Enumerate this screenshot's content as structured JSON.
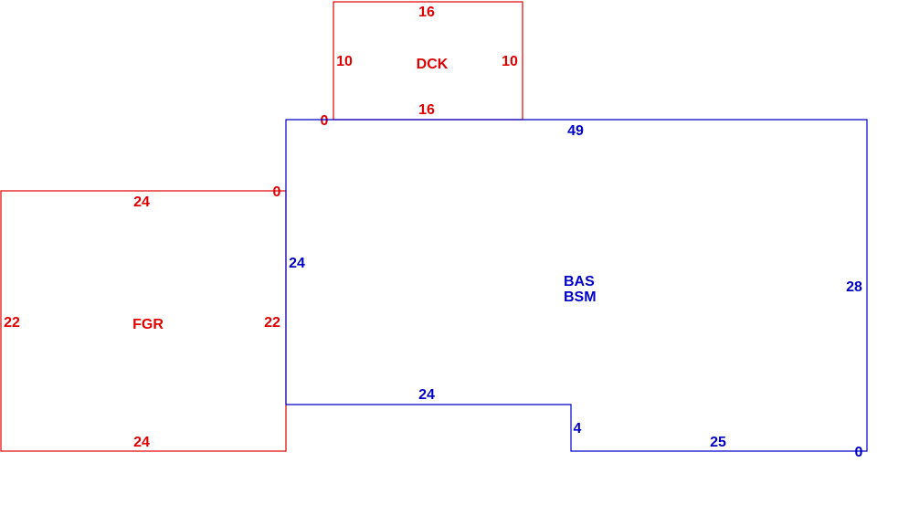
{
  "colors": {
    "dck": "#e00000",
    "fgr": "#e00000",
    "bas": "#0000c8"
  },
  "dck": {
    "code": "DCK",
    "top": "16",
    "bottom": "16",
    "left": "10",
    "right": "10",
    "corner": "0"
  },
  "bas": {
    "code1": "BAS",
    "code2": "BSM",
    "top": "49",
    "left": "24",
    "right": "28",
    "step_top": "24",
    "step_side": "4",
    "bottom": "25",
    "corner": "0"
  },
  "fgr": {
    "code": "FGR",
    "top": "24",
    "bottom": "24",
    "left": "22",
    "right": "22",
    "corner": "0"
  }
}
